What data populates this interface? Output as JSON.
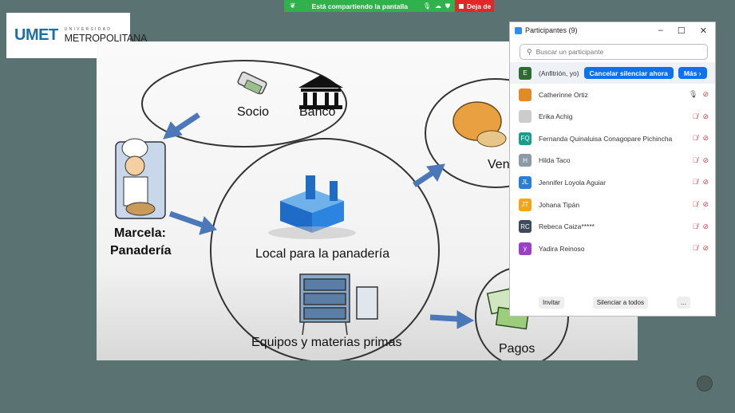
{
  "share_bar": {
    "text": "Está compartiendo la pantalla",
    "leave_label": "Deja de"
  },
  "logo": {
    "brand": "UMET",
    "top_line": "UNIVERSIDAD",
    "bottom_line": "METROPOLITANA"
  },
  "slide": {
    "labels": {
      "socio": "Socio",
      "banco": "Banco",
      "marcela": "Marcela:",
      "panaderia": "Panadería",
      "local": "Local para la panadería",
      "equipos": "Equipos y materias primas",
      "ventas": "Ven",
      "pagos": "Pagos"
    },
    "colors": {
      "arrow": "#4a78b8",
      "circle": "#333333"
    }
  },
  "panel": {
    "title": "Participantes (9)",
    "search_placeholder": "Buscar un participante",
    "host": {
      "initial": "E",
      "name": "(Anfitrión, yo)",
      "unmute_label": "Cancelar silenciar ahora",
      "more_label": "Más ›",
      "color": "#2e6b2e"
    },
    "participants": [
      {
        "initial": "",
        "name": "Catherinne Ortiz",
        "color": "#e08a2a",
        "mic": "on"
      },
      {
        "initial": "",
        "name": "Erika Achig",
        "color": "#cccccc",
        "mic": "off"
      },
      {
        "initial": "FQ",
        "name": "Fernanda Quinaluisa Conagopare Pichincha",
        "color": "#1a9c8c",
        "mic": "off"
      },
      {
        "initial": "H",
        "name": "Hilda Taco",
        "color": "#8a9aa6",
        "mic": "off"
      },
      {
        "initial": "JL",
        "name": "Jennifer Loyola Aguiar",
        "color": "#2a7fd4",
        "mic": "off"
      },
      {
        "initial": "JT",
        "name": "Johana Tipán",
        "color": "#f2a516",
        "mic": "off"
      },
      {
        "initial": "RC",
        "name": "Rebeca Caiza*****",
        "color": "#3b4a5c",
        "mic": "off"
      },
      {
        "initial": "y",
        "name": "Yadira Reinoso",
        "color": "#9b3fc4",
        "mic": "off"
      }
    ],
    "invite_label": "Invitar",
    "mute_all_label": "Silenciar a todos",
    "more_label": "..."
  }
}
